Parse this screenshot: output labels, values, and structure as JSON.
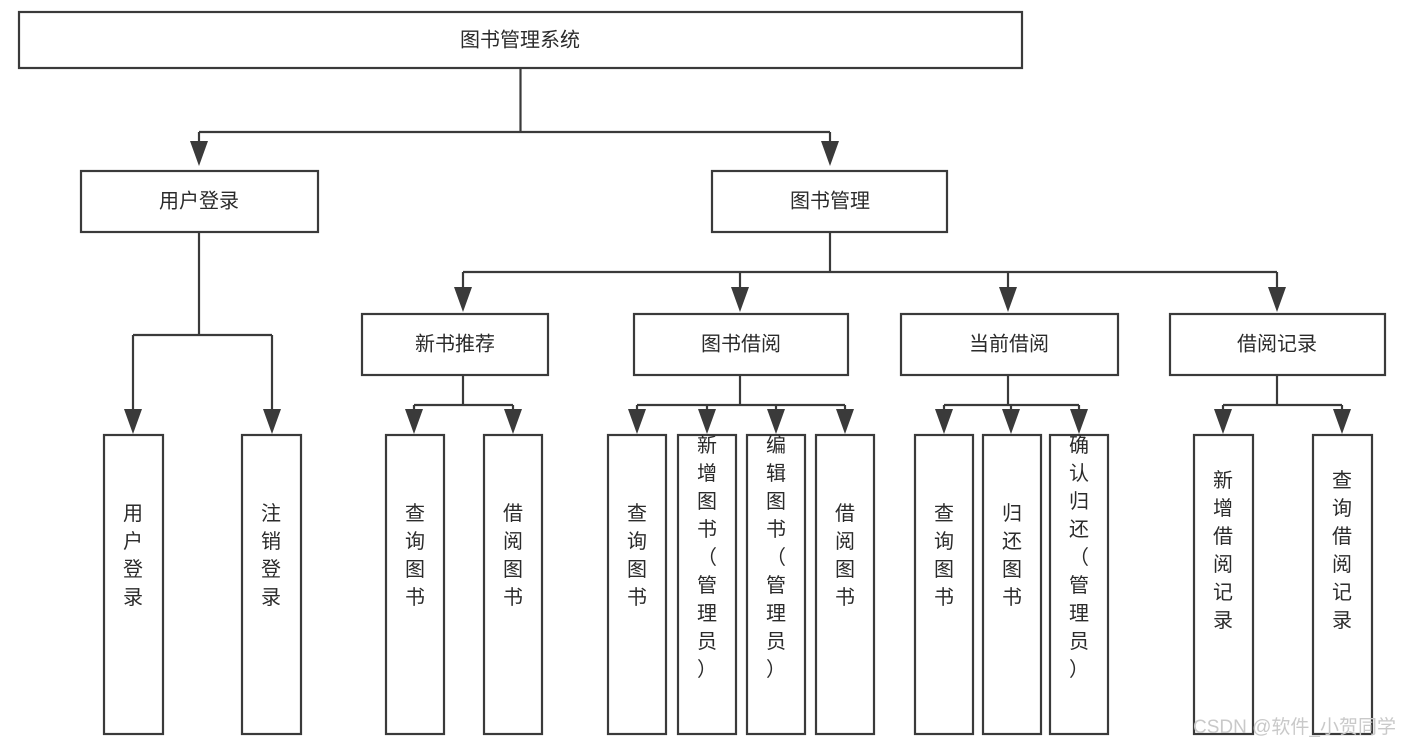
{
  "diagram": {
    "title": "图书管理系统",
    "type": "tree",
    "orientation": "top-down",
    "colors": {
      "box_stroke": "#3a3a3a",
      "box_fill": "#ffffff",
      "connector": "#3a3a3a",
      "label_text": "#2b2b2b",
      "watermark": "#c9c9c9",
      "background": "#ffffff"
    },
    "root": {
      "label": "图书管理系统"
    },
    "level2": [
      {
        "label": "用户登录"
      },
      {
        "label": "图书管理"
      }
    ],
    "level3": [
      {
        "label": "新书推荐"
      },
      {
        "label": "图书借阅"
      },
      {
        "label": "当前借阅"
      },
      {
        "label": "借阅记录"
      }
    ],
    "leaves": {
      "user_login": [
        {
          "label": "用户登录"
        },
        {
          "label": "注销登录"
        }
      ],
      "new_book_recommend": [
        {
          "label": "查询图书"
        },
        {
          "label": "借阅图书"
        }
      ],
      "book_borrow": [
        {
          "label": "查询图书"
        },
        {
          "label": "新增图书（管理员）"
        },
        {
          "label": "编辑图书（管理员）"
        },
        {
          "label": "借阅图书"
        }
      ],
      "current_borrow": [
        {
          "label": "查询图书"
        },
        {
          "label": "归还图书"
        },
        {
          "label": "确认归还（管理员）"
        }
      ],
      "borrow_record": [
        {
          "label": "新增借阅记录"
        },
        {
          "label": "查询借阅记录"
        }
      ]
    },
    "watermark": "CSDN @软件_小贺同学"
  }
}
